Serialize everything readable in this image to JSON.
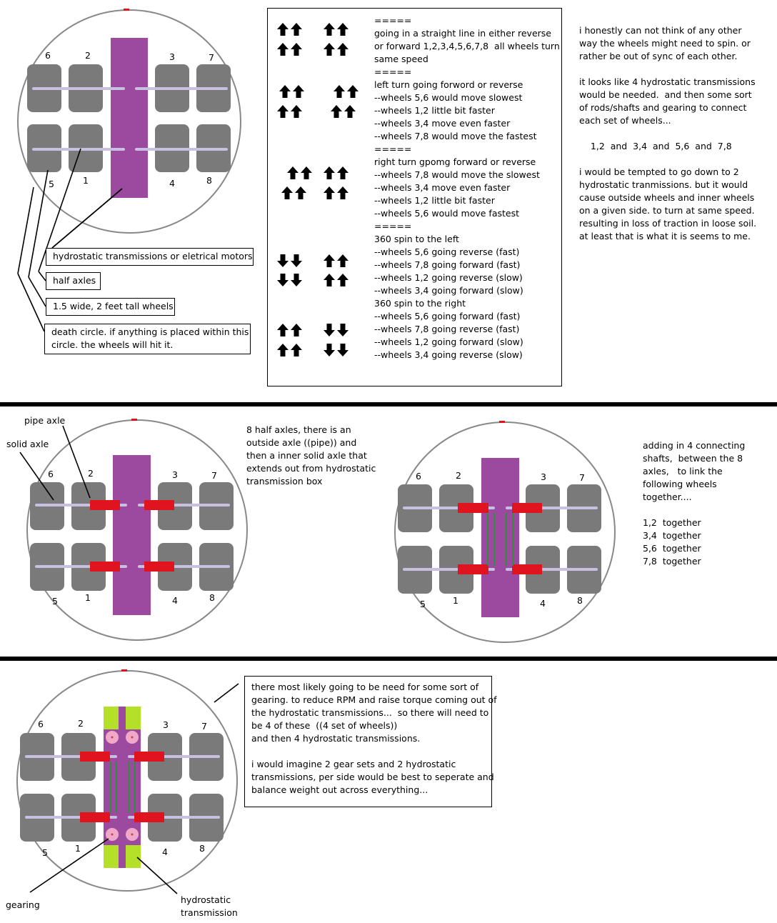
{
  "colors": {
    "wheel": "#7a7a7a",
    "axle": "#c8c0e0",
    "transmission_box": "#9c4aa0",
    "pipe_axle": "#e0141e",
    "connecting_shaft": "#2e8f3a",
    "gearing": "#f0a8c8",
    "hydro_block": "#b4e02a"
  },
  "wheel_numbers": {
    "top_left_outer": "6",
    "top_left_inner": "2",
    "top_right_inner": "3",
    "top_right_outer": "7",
    "bottom_left_outer": "5",
    "bottom_left_inner": "1",
    "bottom_right_inner": "4",
    "bottom_right_outer": "8"
  },
  "section1": {
    "labels": {
      "transmission": "hydrostatic transmissions or eletrical motors",
      "half_axles": "half axles",
      "wheels": "1.5 wide, 2 feet tall wheels",
      "death_circle": "death circle. if anything is placed within this\ncircle. the wheels will hit it."
    },
    "movements": [
      {
        "arrows": [
          "up",
          "up",
          "up",
          "up"
        ],
        "lines": [
          "=====",
          "going in a straight line in either reverse",
          "or forward 1,2,3,4,5,6,7,8  all wheels turn",
          "same speed"
        ]
      },
      {
        "arrows": [
          "up",
          "up",
          "up",
          "up"
        ],
        "lines": [
          "=====",
          "left turn going forword or reverse",
          "--wheels 5,6 would move slowest",
          "--wheels 1,2 little bit faster",
          "--wheels 3,4 move even faster",
          "--wheels 7,8 would move the fastest"
        ]
      },
      {
        "arrows": [
          "up",
          "up",
          "up",
          "up"
        ],
        "lines": [
          "=====",
          "right turn gpomg forward or reverse",
          "--wheels 7,8 would move the slowest",
          "--wheels 3,4 move even faster",
          "--wheels 1,2 little bit faster",
          "--wheels 5,6 would move fastest"
        ]
      },
      {
        "arrows": [
          "down",
          "up",
          "down",
          "up"
        ],
        "lines": [
          "=====",
          "360 spin to the left",
          "--wheels 5,6 going reverse (fast)",
          "--wheels 7,8 going forward (fast)",
          "--wheels 1,2 going reverse (slow)",
          "--wheels 3,4 going forward (slow)"
        ]
      },
      {
        "arrows": [
          "up",
          "down",
          "up",
          "down"
        ],
        "lines": [
          "360 spin to the right",
          "--wheels 5,6 going forward (fast)",
          "--wheels 7,8 going reverse (fast)",
          "--wheels 1,2 going forward (slow)",
          "--wheels 3,4 going reverse (slow)"
        ]
      }
    ],
    "right_note": "i honestly can not think of any other\nway the wheels might need to spin. or\nrather be out of sync of each other.\n\nit looks like 4 hydrostatic transmissions\nwould be needed.  and then some sort\nof rods/shafts and gearing to connect\neach set of wheels...\n\n    1,2  and  3,4  and  5,6  and  7,8\n\ni would be tempted to go down to 2\nhydrostatic tranmissions. but it would\ncause outside wheels and inner wheels\non a given side. to turn at same speed.\nresulting in loss of traction in loose soil.\nat least that is what it is seems to me."
  },
  "section2": {
    "pipe_axle_label": "pipe axle",
    "solid_axle_label": "solid axle",
    "middle_note": "8 half axles, there is an\noutside axle ((pipe)) and\nthen a inner solid axle that\nextends out from hydrostatic\ntransmission box",
    "right_note": "adding in 4 connecting\nshafts,  between the 8\naxles,   to link the\nfollowing wheels\ntogether....\n\n1,2  together\n3,4  together\n5,6  together\n7,8  together"
  },
  "section3": {
    "note": "there most likely going to be need for some sort of\ngearing. to reduce RPM and raise torque coming out of\nthe hydrostatic transmissions...  so there will need to\nbe 4 of these  ((4 set of wheels))\nand then 4 hydrostatic transmissions.\n\ni would imagine 2 gear sets and 2 hydrostatic\ntransmissions, per side would be best to seperate and\nbalance weight out across everything...",
    "gearing_label": "gearing",
    "hydro_label": "hydrostatic\ntransmission"
  }
}
